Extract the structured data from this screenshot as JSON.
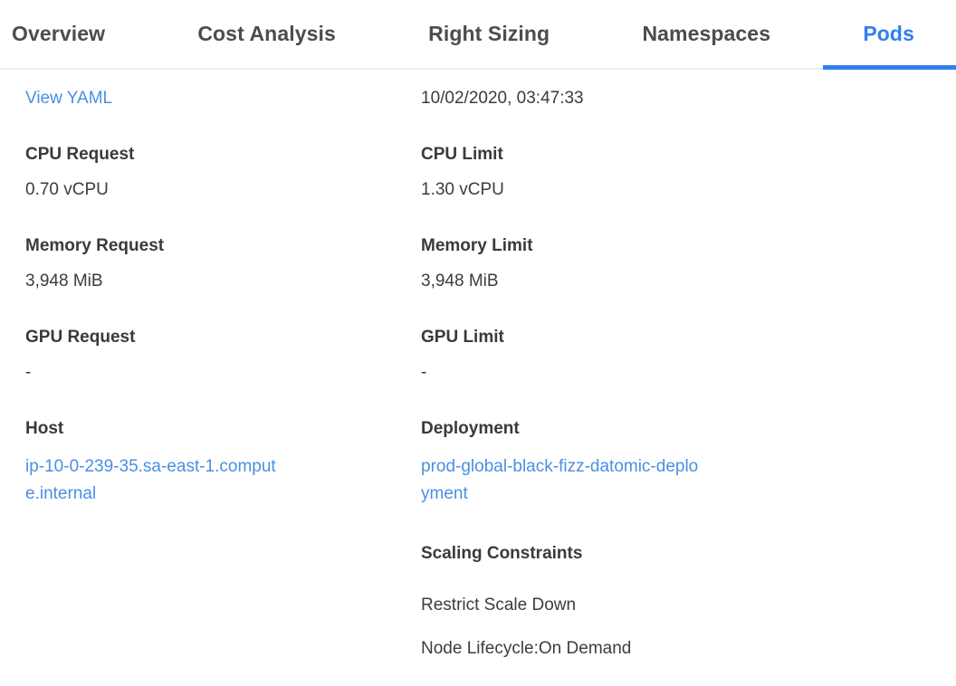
{
  "colors": {
    "accent": "#2f80ed",
    "link": "#4a90e2",
    "tab-text": "#4c4c4c",
    "label-text": "#3a3a3a",
    "value-text": "#3c3c3c",
    "divider": "#ececec"
  },
  "tabs": [
    {
      "label": "Overview",
      "active": false
    },
    {
      "label": "Cost Analysis",
      "active": false
    },
    {
      "label": "Right Sizing",
      "active": false
    },
    {
      "label": "Namespaces",
      "active": false
    },
    {
      "label": "Pods",
      "active": true
    }
  ],
  "pod_details": {
    "view_yaml_label": "View YAML",
    "timestamp": "10/02/2020, 03:47:33",
    "left_fields": [
      {
        "label": "CPU Request",
        "value": "0.70 vCPU"
      },
      {
        "label": "Memory Request",
        "value": "3,948 MiB"
      },
      {
        "label": "GPU Request",
        "value": "-"
      },
      {
        "label": "Host",
        "value": "ip-10-0-239-35.sa-east-1.compute.internal"
      }
    ],
    "right_fields": [
      {
        "label": "CPU Limit",
        "value": "1.30 vCPU"
      },
      {
        "label": "Memory Limit",
        "value": "3,948 MiB"
      },
      {
        "label": "GPU Limit",
        "value": "-"
      },
      {
        "label": "Deployment",
        "value": "prod-global-black-fizz-datomic-deployment"
      }
    ],
    "scaling_constraints": {
      "title": "Scaling Constraints",
      "items": [
        "Restrict Scale Down",
        "Node Lifecycle:On Demand"
      ]
    }
  }
}
